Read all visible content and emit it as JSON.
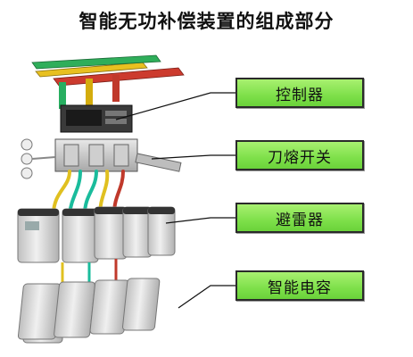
{
  "title": "智能无功补偿装置的组成部分",
  "labels": [
    {
      "text": "控制器"
    },
    {
      "text": "刀熔开关"
    },
    {
      "text": "避雷器"
    },
    {
      "text": "智能电容"
    }
  ],
  "colors": {
    "label_fill": "#7ee04a",
    "busbar_red": "#c0392b",
    "busbar_green": "#27ae60",
    "busbar_yellow": "#f1c40f",
    "wire_red": "#c0392b",
    "wire_cyan": "#1abc9c",
    "wire_yellow": "#e0c020",
    "capacitor_body": "#d9d9d9"
  }
}
